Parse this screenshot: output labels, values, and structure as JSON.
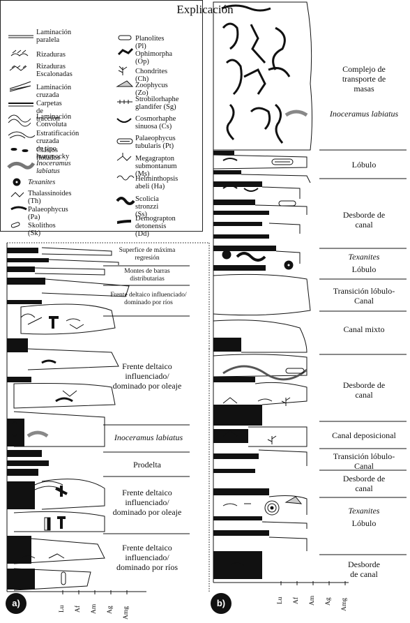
{
  "legend": {
    "title": "Explicación",
    "left_items": [
      {
        "key": "parallel",
        "text": "Laminación\nparalela",
        "italic": false
      },
      {
        "key": "ripples",
        "text": "Rizaduras",
        "italic": false
      },
      {
        "key": "climbing",
        "text": "Rizaduras\nEscalonadas",
        "italic": false
      },
      {
        "key": "cross",
        "text": "Laminación cruzada",
        "italic": false
      },
      {
        "key": "traction",
        "text": "Carpetas de tracción",
        "italic": false
      },
      {
        "key": "convolute",
        "text": "Laminación\nConvoluta",
        "italic": false
      },
      {
        "key": "hcs",
        "text": "Estratificación cruzada\nde tipo hummocky",
        "italic": false
      },
      {
        "key": "clasts",
        "text": "Clástos flotados",
        "italic": false
      },
      {
        "key": "inoceramus",
        "text": "Inoceramus\nlabiatus",
        "italic": true
      },
      {
        "key": "texanites",
        "text": "Texanites",
        "italic": true
      },
      {
        "key": "thalassinoides",
        "text": "Thalassinoides (Th)",
        "italic": false
      },
      {
        "key": "palaeophycus",
        "text": "Palaeophycus (Pa)",
        "italic": false
      },
      {
        "key": "skolithos",
        "text": "Skolithos (Sk)",
        "italic": false
      }
    ],
    "right_items": [
      {
        "key": "planolites",
        "text": "Planolites (Pl)"
      },
      {
        "key": "ophimorpha",
        "text": "Ophimorpha (Op)"
      },
      {
        "key": "chondrites",
        "text": "Chondrites (Ch)"
      },
      {
        "key": "zoophycus",
        "text": "Zoophycus (Zo)"
      },
      {
        "key": "strobilorhaphe",
        "text": "Strobilorhaphe\nglandifer (Sg)"
      },
      {
        "key": "cosmorhaphe",
        "text": "Cosmorhaphe\nsinuosa (Cs)"
      },
      {
        "key": "palaeophycus_t",
        "text": "Palaeophycus\ntubularis (Pt)"
      },
      {
        "key": "megagrapton",
        "text": "Megagrapton\nsubmontanum (Ms)"
      },
      {
        "key": "helminthopsis",
        "text": "Helminthopsis\nabeli (Ha)"
      },
      {
        "key": "scolicia",
        "text": "Scolicia\nstronzzi (Ss)"
      },
      {
        "key": "demograpton",
        "text": "Demograpton\ndetonensis (Dd)"
      }
    ]
  },
  "panel_a": {
    "tag": "a)",
    "intervals": [
      {
        "text": "Superfice de máxima\nregresión",
        "size": "sm",
        "italic": false
      },
      {
        "text": "Montes de barras\ndistributarias",
        "size": "sm",
        "italic": false
      },
      {
        "text": "Frente deltaico influenciado/\ndominado por ríos",
        "size": "sm",
        "italic": false
      },
      {
        "text": "Frente deltaico\ninfluenciado/\ndominado por oleaje",
        "size": "md",
        "italic": false
      },
      {
        "text": "Inoceramus labiatus",
        "size": "md",
        "italic": true
      },
      {
        "text": "Prodelta",
        "size": "md",
        "italic": false
      },
      {
        "text": "Frente deltaico\ninfluenciado/\ndominado por oleaje",
        "size": "md",
        "italic": false
      },
      {
        "text": "Frente deltaico\ninfluenciado/\ndominado por ríos",
        "size": "md",
        "italic": false
      }
    ],
    "grain_axis": [
      "Lu",
      "Af",
      "Am",
      "Ag",
      "Amg"
    ]
  },
  "panel_b": {
    "tag": "b)",
    "intervals": [
      {
        "text": "Complejo de\ntransporte de\nmasas",
        "italic": false
      },
      {
        "text": "Inoceramus labiatus",
        "italic": true
      },
      {
        "text": "Lóbulo",
        "italic": false
      },
      {
        "text": "Desborde de\ncanal",
        "italic": false
      },
      {
        "text": "Texanites",
        "italic": true
      },
      {
        "text": "Lóbulo",
        "italic": false
      },
      {
        "text": "Transición lóbulo-\nCanal",
        "italic": false
      },
      {
        "text": "Canal mixto",
        "italic": false
      },
      {
        "text": "Desborde de\ncanal",
        "italic": false
      },
      {
        "text": "Canal deposicional",
        "italic": false
      },
      {
        "text": "Transición lóbulo-\nCanal",
        "italic": false
      },
      {
        "text": "Desborde de\ncanal",
        "italic": false
      },
      {
        "text": "Texanites",
        "italic": true
      },
      {
        "text": "Lóbulo",
        "italic": false
      },
      {
        "text": "Desborde\nde canal",
        "italic": false
      }
    ],
    "grain_axis": [
      "Lu",
      "Af",
      "Am",
      "Ag",
      "Amg"
    ]
  }
}
